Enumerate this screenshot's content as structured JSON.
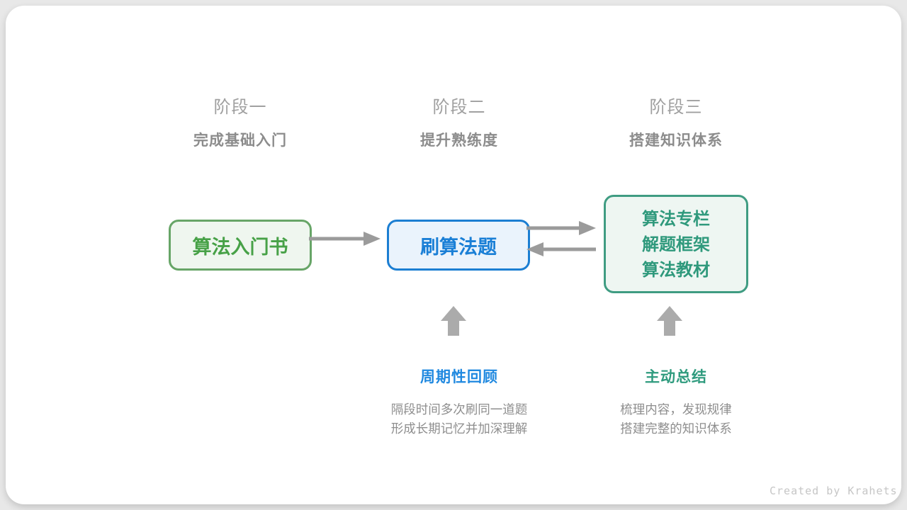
{
  "stages": [
    {
      "label": "阶段一",
      "subtitle": "完成基础入门"
    },
    {
      "label": "阶段二",
      "subtitle": "提升熟练度"
    },
    {
      "label": "阶段三",
      "subtitle": "搭建知识体系"
    }
  ],
  "nodes": [
    {
      "title": "算法入门书"
    },
    {
      "title": "刷算法题"
    },
    {
      "lines": [
        "算法专栏",
        "解题框架",
        "算法教材"
      ]
    }
  ],
  "annotations": [
    {
      "title": "周期性回顾",
      "lines": [
        "隔段时间多次刷同一道题",
        "形成长期记忆并加深理解"
      ]
    },
    {
      "title": "主动总结",
      "lines": [
        "梳理内容，发现规律",
        "搭建完整的知识体系"
      ]
    }
  ],
  "footer": {
    "credit": "Created by Krahets"
  },
  "colors": {
    "node1_border": "#67a567",
    "node1_fill": "#eff6ef",
    "node1_text": "#47a147",
    "node2_border": "#1b7ed2",
    "node2_fill": "#eaf3fc",
    "node2_text": "#1a7fd6",
    "node3_border": "#3f9c82",
    "node3_fill": "#eef6f2",
    "node3_text": "#2f997c",
    "annotation_blue": "#2089e0",
    "annotation_teal": "#2f9b7e",
    "arrow_gray": "#9b9b9b",
    "block_arrow_gray": "#ababab",
    "stage_label_gray": "#a0a0a0",
    "stage_subtitle_gray": "#8c8c8c",
    "description_gray": "#8e8e8e",
    "credit_gray": "#c6c6c6",
    "page_background": "#e8e8e8",
    "card_background": "#ffffff"
  }
}
